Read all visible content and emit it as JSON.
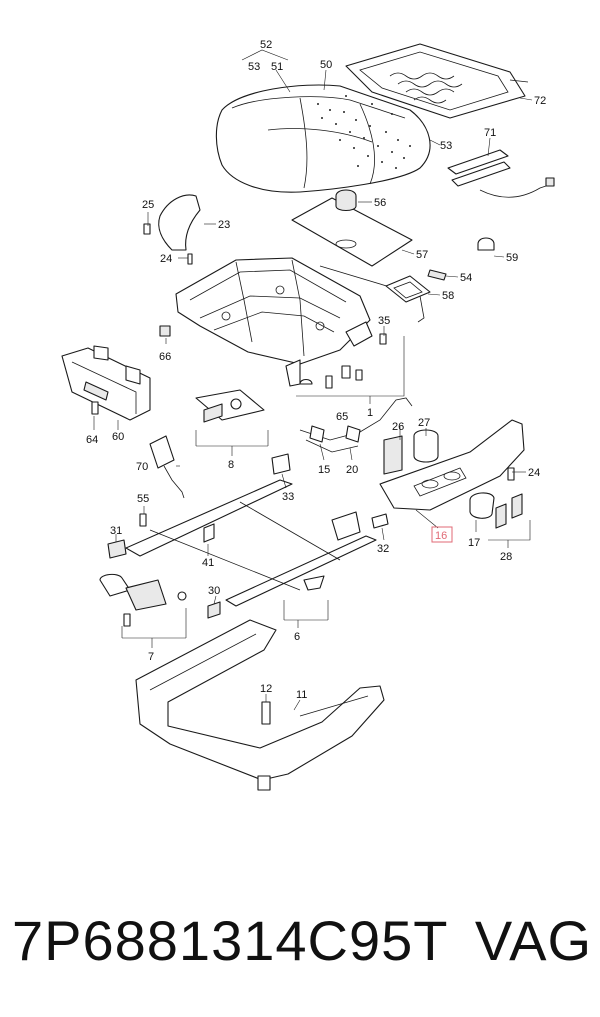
{
  "diagram": {
    "labels": {
      "n52": "52",
      "n53a": "53",
      "n51": "51",
      "n50": "50",
      "n72": "72",
      "n53b": "53",
      "n71": "71",
      "n25": "25",
      "n23": "23",
      "n24a": "24",
      "n56": "56",
      "n57": "57",
      "n59": "59",
      "n54": "54",
      "n58": "58",
      "n35": "35",
      "n66": "66",
      "n64": "64",
      "n60": "60",
      "n1": "1",
      "n8": "8",
      "n65": "65",
      "n27": "27",
      "n26": "26",
      "n15": "15",
      "n20": "20",
      "n70": "70",
      "n33": "33",
      "n24b": "24",
      "n55": "55",
      "n16": "16",
      "n31": "31",
      "n41": "41",
      "n32": "32",
      "n17": "17",
      "n28": "28",
      "n30": "30",
      "n6": "6",
      "n7": "7",
      "n12": "12",
      "n11": "11"
    },
    "highlight_color": "#e06a75"
  },
  "caption": {
    "part_number": "7P6881314C95T",
    "brand": "VAG"
  }
}
